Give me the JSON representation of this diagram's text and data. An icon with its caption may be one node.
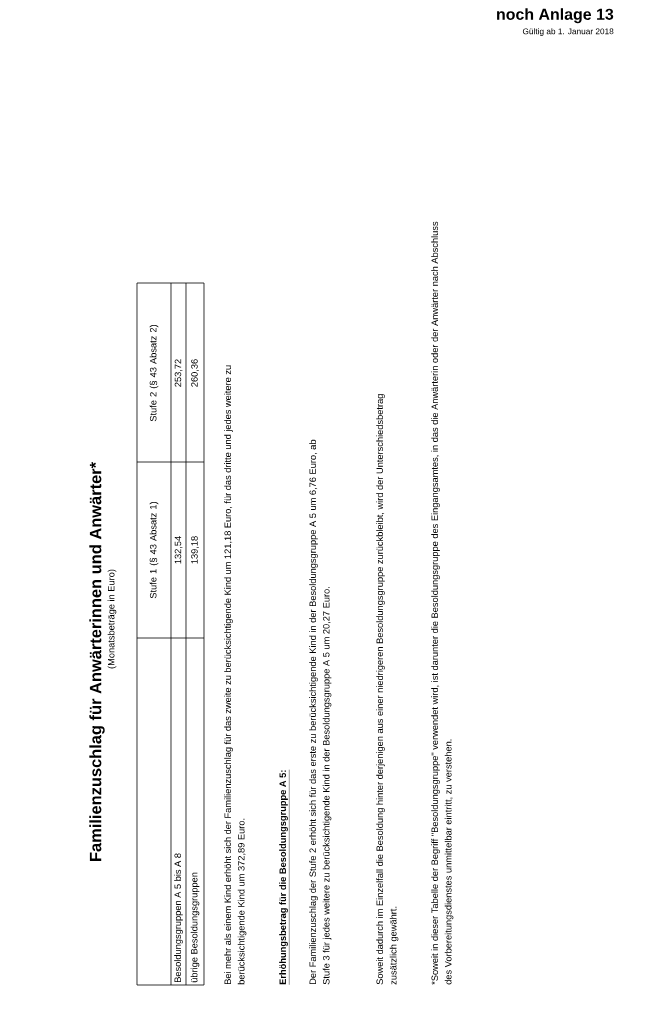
{
  "diagram": {
    "title": "Familienzuschlag für Anwärterinnen und Anwärter*",
    "labels": [
      "noch Anlage 13",
      "Gültig ab 1. Januar 2018",
      "(Monatsbeträge in Euro)",
      "Stufe 1 (§ 43 Absatz 1)",
      "Stufe 2 (§ 43 Absatz 2)",
      "Besoldungsgruppen A 5 bis A 8",
      "132,54",
      "253,72",
      "übrige Besoldungsgruppen",
      "139,18",
      "260,36",
      "Bei mehr als einem Kind erhöht sich der Familienzuschlag für das zweite zu berücksichtigende Kind um 121,18 Euro, für das dritte und jedes weitere zu berücksichtigende Kind um 372,89 Euro.",
      "Erhöhungsbetrag für die Besoldungsgruppe A 5:",
      "Der Familienzuschlag der Stufe 2 erhöht sich für das erste zu berücksichtigende Kind in der Besoldungsgruppe A 5 um 6,76 Euro, ab Stufe 3 für jedes weitere zu berücksichtigende Kind in der Besoldungsgruppe A 5 um 20,27 Euro.",
      "Soweit dadurch im Einzelfall die Besoldung hinter derjenigen aus einer niedrigeren Besoldungsgruppe zurückbleibt, wird der Unterschiedsbetrag zusätzlich gewährt.",
      "*Soweit in dieser Tabelle der Begriff \"Besoldungsgruppe\" verwendet wird, ist darunter die Besoldungsgruppe des Eingangsamtes, in das die Anwärterin oder der Anwärter nach Abschluss des Vorbereitungsdienstes unmittelbar eintritt, zu verstehen."
    ]
  }
}
